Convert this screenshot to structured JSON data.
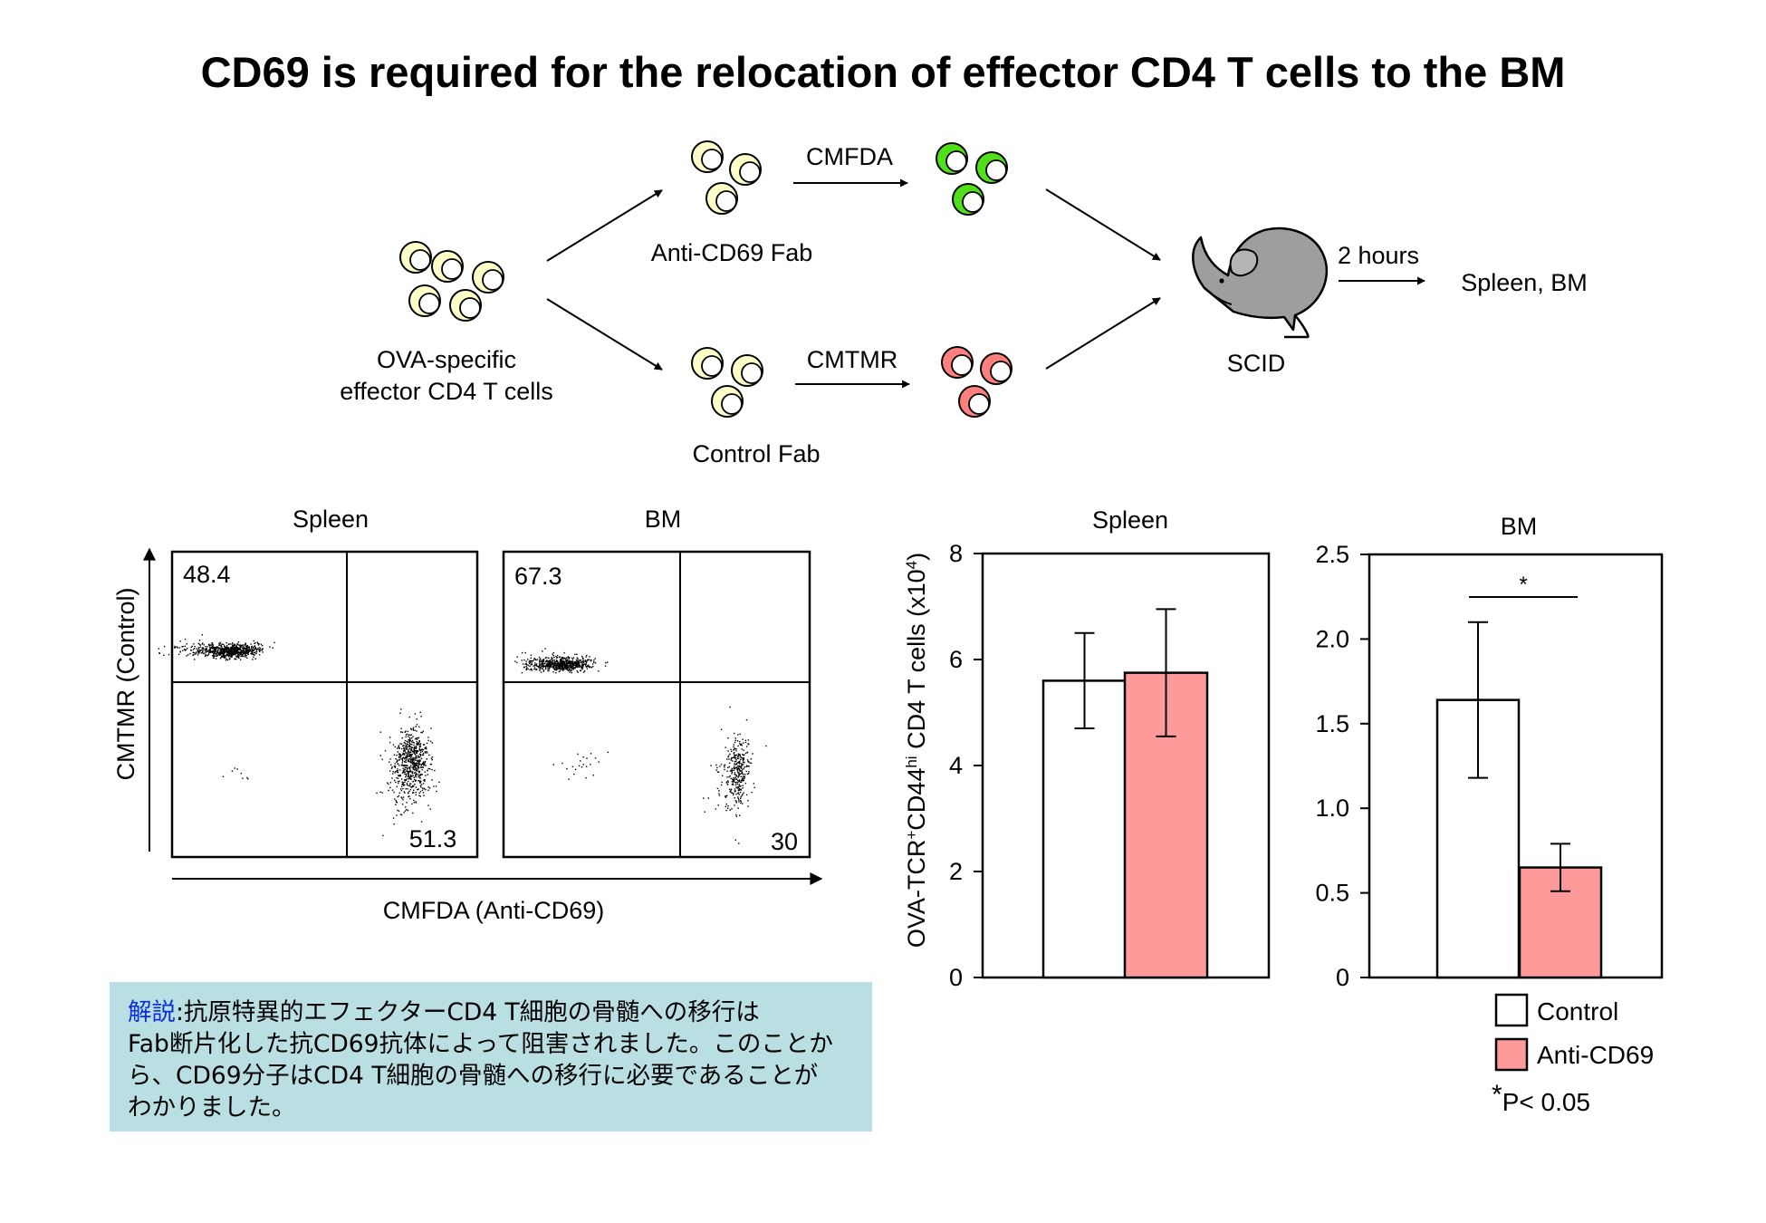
{
  "title": "CD69 is required for the relocation of effector CD4 T cells to the BM",
  "colors": {
    "cell_fill": "#ffffc8",
    "green": "#4fe01a",
    "red": "#ff7f7f",
    "bar_anti": "#ff9a9a",
    "mouse": "#9e9e9e",
    "note_bg": "#b9dfe2",
    "note_lead": "#0b2fd6"
  },
  "icons": {
    "cell": "cell-icon",
    "mouse": "mouse-icon"
  },
  "schema": {
    "source_cells": "OVA-specific\neffector CD4 T cells",
    "top_treatment": "Anti-CD69 Fab",
    "top_dye": "CMFDA",
    "bottom_treatment": "Control Fab",
    "bottom_dye": "CMTMR",
    "recipient": "SCID",
    "time": "2 hours",
    "harvest": "Spleen, BM"
  },
  "flow": {
    "y_label": "CMTMR (Control)",
    "x_label": "CMFDA (Anti-CD69)",
    "panels": [
      {
        "title": "Spleen",
        "upper_left": "48.4",
        "lower_right": "51.3"
      },
      {
        "title": "BM",
        "upper_left": "67.3",
        "lower_right": "30"
      }
    ]
  },
  "chart_data": [
    {
      "type": "bar",
      "title": "Spleen",
      "ylabel": "OVA-TCR+CD44hi CD4 T cells (x10^4)",
      "ylim": [
        0,
        8
      ],
      "y_ticks": [
        "0",
        "2",
        "4",
        "6",
        "8"
      ],
      "series": [
        {
          "name": "Control",
          "value": 5.6,
          "error": 0.9
        },
        {
          "name": "Anti-CD69",
          "value": 5.75,
          "error": 1.2
        }
      ]
    },
    {
      "type": "bar",
      "title": "BM",
      "ylim": [
        0,
        2.5
      ],
      "y_ticks": [
        "0",
        "0.5",
        "1.0",
        "1.5",
        "2.0",
        "2.5"
      ],
      "series": [
        {
          "name": "Control",
          "value": 1.64,
          "error": 0.46
        },
        {
          "name": "Anti-CD69",
          "value": 0.65,
          "error": 0.14
        }
      ],
      "significance": "*"
    }
  ],
  "legend": {
    "control": "Control",
    "anti": "Anti-CD69",
    "pvalue_star": "*",
    "pvalue": "P< 0.05"
  },
  "note": {
    "lead": "解説",
    "line1": ":抗原特異的エフェクターCD4 T細胞の骨髄への移行は",
    "line2": "Fab断片化した抗CD69抗体によって阻害されました。このことか",
    "line3": "ら、CD69分子はCD4 T細胞の骨髄への移行に必要であることが",
    "line4": "わかりました。"
  }
}
